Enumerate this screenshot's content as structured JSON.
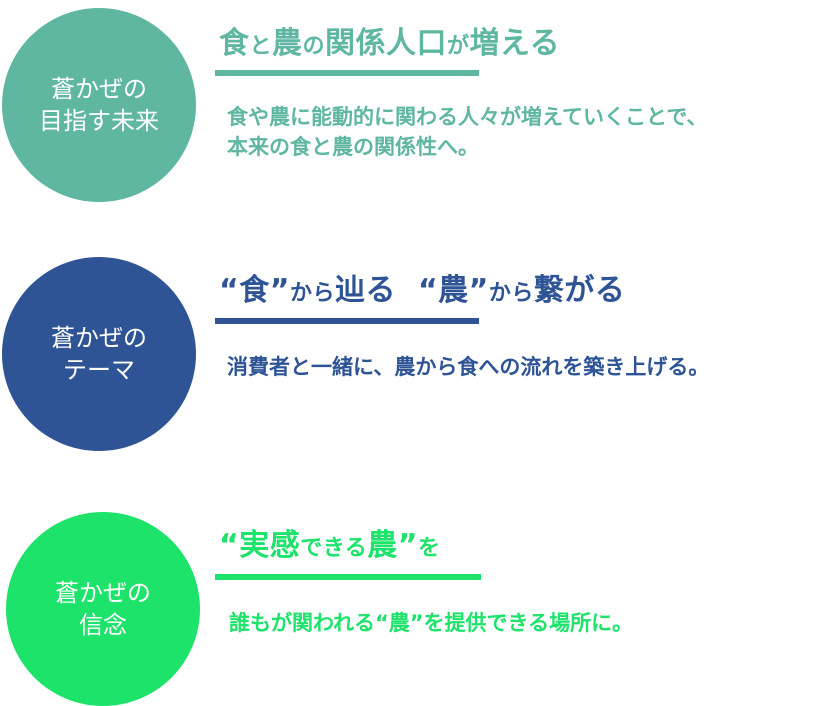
{
  "colors": {
    "teal": "#5fb7a2",
    "navy": "#2f5496",
    "green": "#1de36a"
  },
  "vision": {
    "circle_line1": "蒼かぜの",
    "circle_line2": "目指す未来",
    "heading_part1": "食",
    "heading_part2": "と",
    "heading_part3": "農",
    "heading_part4": "の",
    "heading_part5": "関係人口",
    "heading_part6": "が",
    "heading_part7": "増える",
    "desc_line1": "食や農に能動的に関わる人々が増えていくことで、",
    "desc_line2": "本来の食と農の関係性へ。"
  },
  "theme": {
    "circle_line1": "蒼かぜの",
    "circle_line2": "テーマ",
    "heading_part1": "“食”",
    "heading_part2": "から",
    "heading_part3": "辿る",
    "heading_part4": "“農”",
    "heading_part5": "から",
    "heading_part6": "繋がる",
    "desc_line1": "消費者と一緒に、農から食への流れを築き上げる。"
  },
  "belief": {
    "circle_line1": "蒼かぜの",
    "circle_line2": "信念",
    "heading_part1": "“実感",
    "heading_part2": "できる",
    "heading_part3": "農”",
    "heading_part4": "を",
    "desc_line1": "誰もが関われる“農”を提供できる場所に。"
  }
}
